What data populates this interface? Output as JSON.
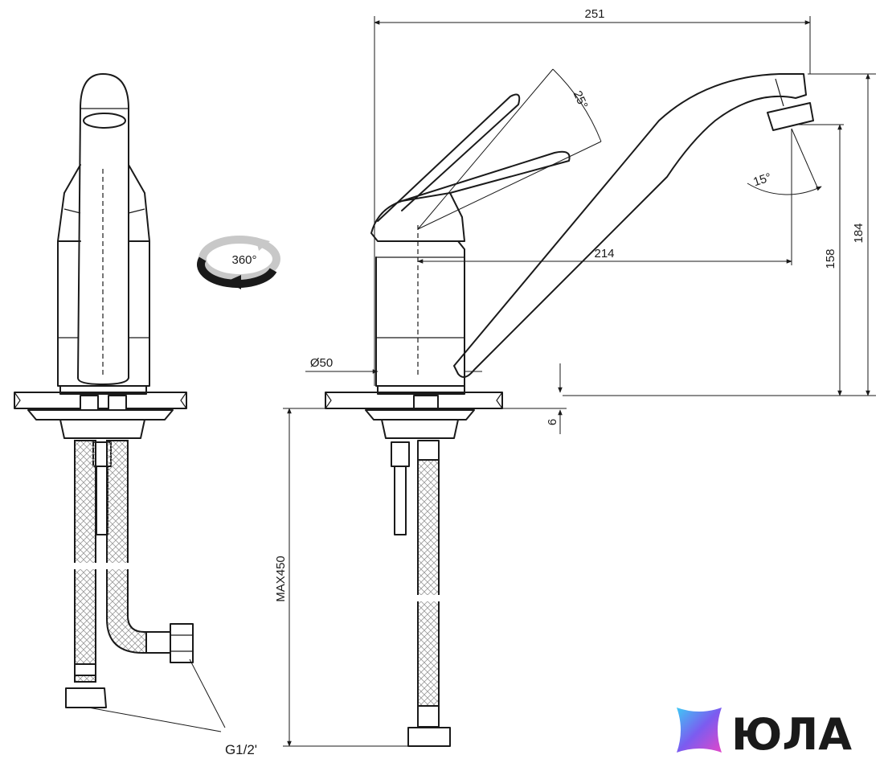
{
  "dimensions": {
    "total_length": "251",
    "reach": "214",
    "outlet_height": "158",
    "total_height": "184",
    "base_diameter": "Ø50",
    "plate_thickness": "6",
    "hose_length": "MAX450",
    "spout_angle": "15°",
    "lever_angle": "25°",
    "rotation": "360°",
    "connection_thread": "G1/2'"
  },
  "logo": {
    "text": "ЮЛА",
    "gradient": [
      "#3ec9f5",
      "#7b5cf0",
      "#e247c9"
    ]
  }
}
